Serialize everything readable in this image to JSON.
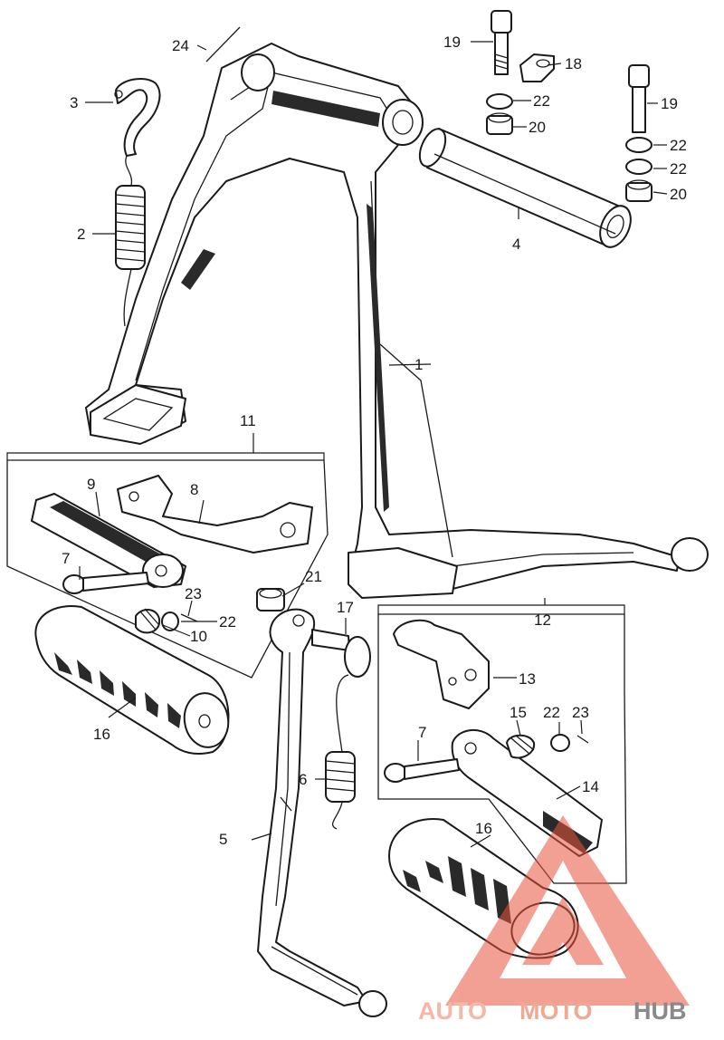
{
  "callouts": [
    "1",
    "2",
    "3",
    "4",
    "5",
    "6",
    "7",
    "7",
    "8",
    "9",
    "10",
    "11",
    "12",
    "13",
    "14",
    "15",
    "16",
    "16",
    "17",
    "18",
    "19",
    "19",
    "20",
    "20",
    "21",
    "22",
    "22",
    "22",
    "22",
    "22",
    "23",
    "23",
    "24"
  ],
  "watermark": {
    "part1": "AUTO",
    "part2": "MOTO",
    "part3": "HUB",
    "colors": {
      "auto": "#f5b7a6",
      "moto": "#f0a893",
      "hub": "#8a8a8a",
      "triangle": "#e8543c"
    }
  }
}
